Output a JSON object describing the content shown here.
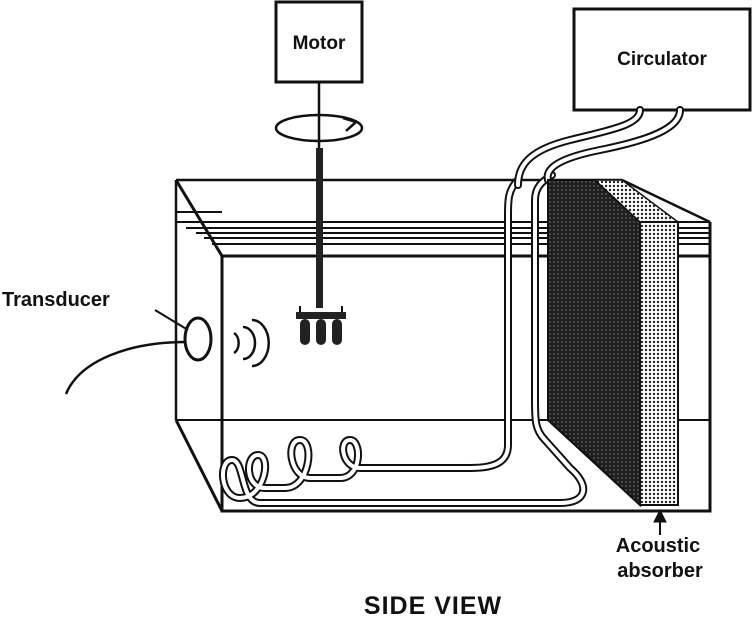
{
  "labels": {
    "motor": "Motor",
    "circulator": "Circulator",
    "transducer": "Transducer",
    "absorber_line1": "Acoustic",
    "absorber_line2": "absorber",
    "title": "SIDE VIEW"
  },
  "colors": {
    "ink": "#111111",
    "paper": "#ffffff",
    "absorber_dark": "#2a2a2a",
    "absorber_light": "#9a9a9a"
  }
}
